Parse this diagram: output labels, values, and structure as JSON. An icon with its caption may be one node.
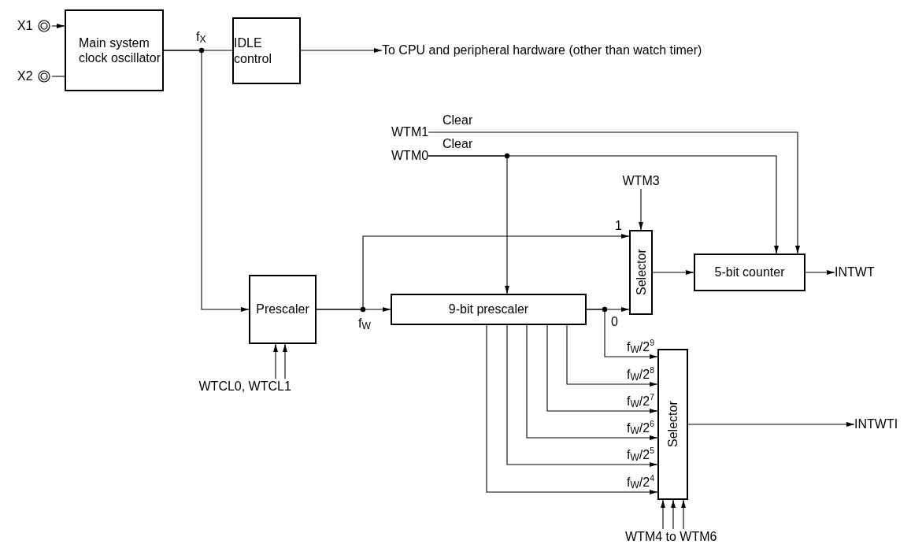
{
  "diagram": {
    "nodes": [
      {
        "text": [
          "X1"
        ]
      },
      {
        "text": [
          "X2"
        ]
      },
      {
        "text": [
          "Main system clock oscillator"
        ]
      },
      {
        "text": [
          "IDLE control"
        ]
      },
      {
        "text": [
          "To CPU and peripheral hardware (other than watch timer)"
        ]
      },
      {
        "text": [
          "WTM1"
        ]
      },
      {
        "text": [
          "WTM0"
        ]
      },
      {
        "text": [
          "WTM3"
        ]
      },
      {
        "text": [
          "Prescaler"
        ]
      },
      {
        "text": [
          "9-bit prescaler"
        ]
      },
      {
        "text": [
          "Selector"
        ]
      },
      {
        "text": [
          "5-bit counter"
        ]
      },
      {
        "text": [
          "INTWT"
        ]
      },
      {
        "text": [
          "Selector"
        ]
      },
      {
        "text": [
          "INTWTI"
        ]
      },
      {
        "text": [
          "WTCL0, WTCL1"
        ]
      },
      {
        "text": [
          "WTM4 to WTM6"
        ]
      }
    ],
    "edges": [
      {
        "from": 0,
        "to": 2,
        "arrow": "to"
      },
      {
        "from": 1,
        "to": 2,
        "arrow": "none"
      },
      {
        "from": 2,
        "to": 3,
        "arrow": "none"
      },
      {
        "from": 2,
        "to": 8,
        "arrow": "to"
      },
      {
        "from": 3,
        "to": 4,
        "arrow": "to"
      },
      {
        "from": 5,
        "to": 11,
        "arrow": "to",
        "label": "Clear"
      },
      {
        "from": 6,
        "to": 11,
        "arrow": "to",
        "label": "Clear"
      },
      {
        "from": 6,
        "to": 9,
        "arrow": "to"
      },
      {
        "from": 7,
        "to": 10,
        "arrow": "to"
      },
      {
        "from": 8,
        "to": 9,
        "arrow": "to"
      },
      {
        "from": 8,
        "to": 10,
        "arrow": "to",
        "label": "1"
      },
      {
        "from": 9,
        "to": 10,
        "arrow": "to",
        "label": "0"
      },
      {
        "from": 9,
        "to": 13,
        "arrow": "to",
        "label": "f$_{W}$/2$^{9}$"
      },
      {
        "from": 9,
        "to": 13,
        "arrow": "to",
        "label": "f$_{W}$/2$^{8}$"
      },
      {
        "from": 9,
        "to": 13,
        "arrow": "to",
        "label": "f$_{W}$/2$^{7}$"
      },
      {
        "from": 9,
        "to": 13,
        "arrow": "to",
        "label": "f$_{W}$/2$^{6}$"
      },
      {
        "from": 9,
        "to": 13,
        "arrow": "to",
        "label": "f$_{W}$/2$^{5}$"
      },
      {
        "from": 9,
        "to": 13,
        "arrow": "to",
        "label": "f$_{W}$/2$^{4}$"
      },
      {
        "from": 10,
        "to": 11,
        "arrow": "to"
      },
      {
        "from": 11,
        "to": 12,
        "arrow": "to"
      },
      {
        "from": 13,
        "to": 14,
        "arrow": "to"
      },
      {
        "from": 15,
        "to": 8,
        "arrow": "to"
      },
      {
        "from": 15,
        "to": 8,
        "arrow": "to"
      },
      {
        "from": 16,
        "to": 13,
        "arrow": "to"
      },
      {
        "from": 16,
        "to": 13,
        "arrow": "to"
      },
      {
        "from": 16,
        "to": 13,
        "arrow": "to"
      }
    ],
    "labels": [
      "f$_{X}$",
      "f$_{W}$"
    ]
  }
}
